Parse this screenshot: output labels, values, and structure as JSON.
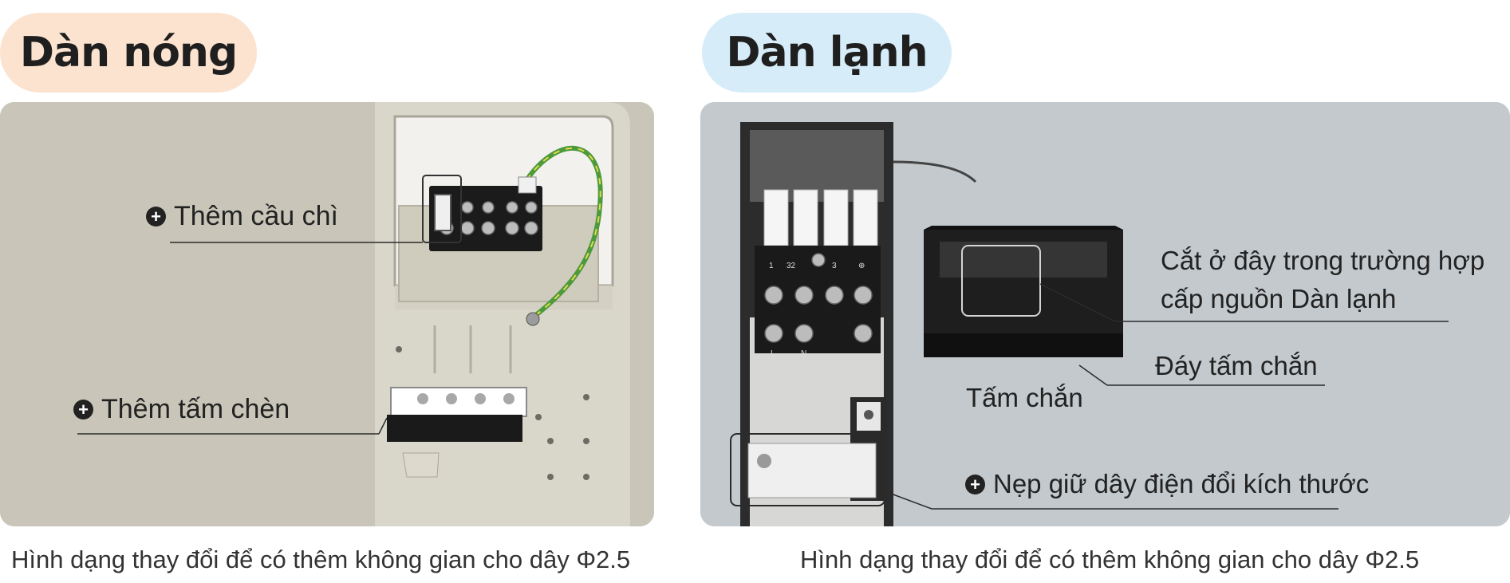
{
  "outdoor": {
    "title": "Dàn nóng",
    "labels": {
      "fuse": "Thêm cầu chì",
      "insert": "Thêm tấm chèn"
    },
    "caption": "Hình dạng thay đổi để có thêm không gian cho dây Φ2.5"
  },
  "indoor": {
    "title": "Dàn lạnh",
    "labels": {
      "cut": "Cắt ở đây trong trường hợp",
      "cut_line2": "cấp nguồn Dàn lạnh",
      "shield_bottom": "Đáy tấm chắn",
      "shield": "Tấm chắn",
      "clamp": "Nẹp giữ dây điện đổi kích thước"
    },
    "terminal_marks": [
      "1",
      "32",
      "3",
      "⊕",
      "L",
      "N"
    ],
    "caption": "Hình dạng thay đổi để có thêm không gian cho dây Φ2.5"
  },
  "icons": [
    "plus-circle-icon"
  ],
  "colors": {
    "hot_pill": "#fbe3cf",
    "cold_pill": "#d6ecf8",
    "outdoor_bg": "#c7c4b8",
    "indoor_bg": "#c2c8cc"
  }
}
